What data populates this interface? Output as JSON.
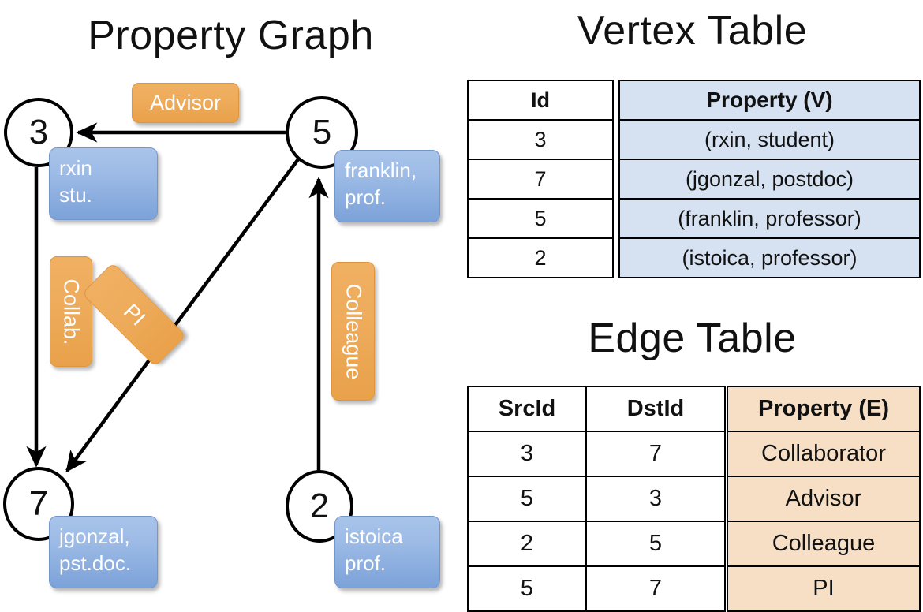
{
  "titles": {
    "property_graph": "Property Graph",
    "vertex_table": "Vertex Table",
    "edge_table": "Edge Table"
  },
  "graph": {
    "nodes": [
      {
        "id": "3",
        "property": "rxin\nstu."
      },
      {
        "id": "5",
        "property": "franklin,\nprof."
      },
      {
        "id": "7",
        "property": "jgonzal,\npst.doc."
      },
      {
        "id": "2",
        "property": "istoica\nprof."
      }
    ],
    "edge_labels": [
      {
        "label": "Advisor",
        "orientation": "horizontal"
      },
      {
        "label": "Collab.",
        "orientation": "vertical"
      },
      {
        "label": "PI",
        "orientation": "diagonal"
      },
      {
        "label": "Colleague",
        "orientation": "vertical"
      }
    ]
  },
  "vertex_table": {
    "headers": [
      "Id",
      "Property (V)"
    ],
    "rows": [
      [
        "3",
        "(rxin, student)"
      ],
      [
        "7",
        "(jgonzal, postdoc)"
      ],
      [
        "5",
        "(franklin, professor)"
      ],
      [
        "2",
        "(istoica, professor)"
      ]
    ]
  },
  "edge_table": {
    "headers": [
      "SrcId",
      "DstId",
      "Property (E)"
    ],
    "rows": [
      [
        "3",
        "7",
        "Collaborator"
      ],
      [
        "5",
        "3",
        "Advisor"
      ],
      [
        "2",
        "5",
        "Colleague"
      ],
      [
        "5",
        "7",
        "PI"
      ]
    ]
  },
  "colors": {
    "vertex_property_fill": "#d6e1f2",
    "edge_property_fill": "#f6dfc5",
    "node_callout_blue": "#7ca2d9",
    "edge_label_orange": "#e9a14a",
    "stroke": "#000000"
  }
}
